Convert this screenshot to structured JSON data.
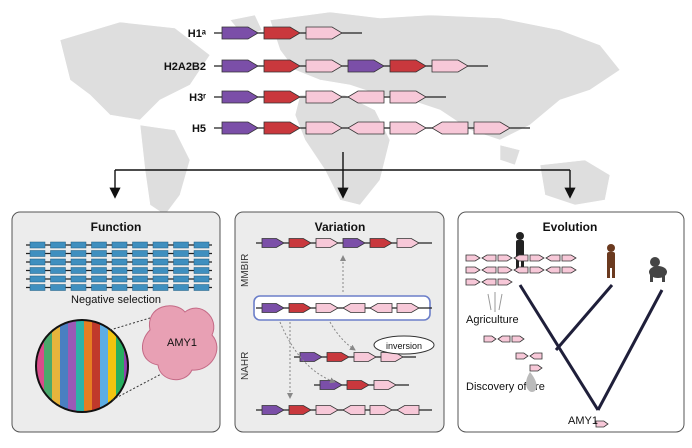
{
  "haplotypes": [
    {
      "label": "H1ᵃ",
      "arrows": [
        "purple",
        "red",
        "pink"
      ]
    },
    {
      "label": "H2A2B2",
      "arrows": [
        "purple",
        "red",
        "pink",
        "purple",
        "red",
        "pink"
      ]
    },
    {
      "label": "H3ʳ",
      "arrows": [
        "purple",
        "red",
        "pink",
        "pinkrev",
        "pink"
      ]
    },
    {
      "label": "H5",
      "arrows": [
        "purple",
        "red",
        "pink",
        "pinkrev",
        "pink",
        "pinkrev",
        "pink"
      ]
    }
  ],
  "colors": {
    "purple": "#7b4fa8",
    "red": "#c9383d",
    "pink": "#f7c8d8",
    "map": "#dedede",
    "panel": "#ececec",
    "gene": "#3f8fbf"
  },
  "panels": {
    "function": {
      "title": "Function",
      "caption": "Negative selection",
      "protein_label": "AMY1"
    },
    "variation": {
      "title": "Variation",
      "label_top": "MMBIR",
      "label_bottom": "NAHR",
      "inversion": "inversion"
    },
    "evolution": {
      "title": "Evolution",
      "agriculture": "Agriculture",
      "fire": "Discovery of fire",
      "amy1": "AMY1"
    }
  }
}
